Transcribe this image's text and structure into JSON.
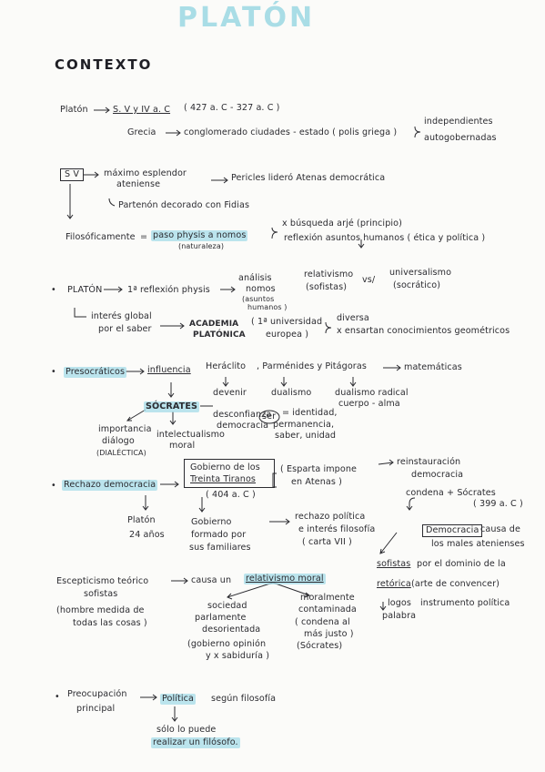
{
  "title": "PLATÓN",
  "heading": "CONTEXTO",
  "lines": {
    "l01": "Platón",
    "l02": "S. V y IV a. C",
    "l03": "( 427 a. C - 327 a. C )",
    "l04": "Grecia",
    "l05": "conglomerado ciudades - estado ( polis griega )",
    "l06": "independientes",
    "l07": "autogobernadas",
    "l08": "S V",
    "l09": "máximo esplendor",
    "l10": "ateniense",
    "l11": "Pericles lideró Atenas democrática",
    "l12": "Partenón decorado con Fidias",
    "l13": "Filosóficamente",
    "l14": "paso physis a nomos",
    "l15": "(naturaleza)",
    "l16": "x búsqueda arjé (principio)",
    "l17": "reflexión asuntos humanos ( ética y política )",
    "l18": "PLATÓN",
    "l19": "1ª reflexión physis",
    "l20": "análisis",
    "l21": "nomos",
    "l22": "(asuntos",
    "l23": "humanos )",
    "l24": "relativismo",
    "l25": "(sofistas)",
    "l26": "vs/",
    "l27": "universalismo",
    "l28": "(socrático)",
    "l29": "interés global",
    "l30": "por el saber",
    "l31": "ACADEMIA",
    "l32": "PLATÓNICA",
    "l33": "( 1ª universidad",
    "l34": "europea )",
    "l35": "diversa",
    "l36": "x ensartan conocimientos geométricos",
    "l37": "Presocráticos",
    "l38": "influencia",
    "l39": "Heráclito",
    "l40": ", Parménides y Pitágoras",
    "l41": "matemáticas",
    "l42": "devenir",
    "l43": "dualismo",
    "l44": "dualismo radical",
    "l45": "cuerpo - alma",
    "l46": "SÓCRATES",
    "l47": "desconfianza",
    "l48": "democracia",
    "l49": "ser",
    "l50": "= identidad,",
    "l51": "permanencia,",
    "l52": "saber, unidad",
    "l53": "importancia",
    "l54": "diálogo",
    "l55": "(DIALÉCTICA)",
    "l56": "intelectualismo",
    "l57": "moral",
    "l58": "Rechazo democracia",
    "l59": "Gobierno de los",
    "l60": "Treinta Tiranos",
    "l61": "( 404 a. C )",
    "l62": "( Esparta impone",
    "l63": "en Atenas )",
    "l64": "reinstauración",
    "l65": "democracia",
    "l66": "condena + Sócrates",
    "l67": "( 399 a. C )",
    "l68": "Platón",
    "l69": "24 años",
    "l70": "Gobierno",
    "l71": "formado por",
    "l72": "sus familiares",
    "l73": "rechazo política",
    "l74": "e interés filosofía",
    "l75": "( carta VII )",
    "l76": "Democracia",
    "l77": "causa de",
    "l78": "los males atenienses",
    "l79": "sofistas",
    "l80": "por el dominio de la",
    "l81": "retórica",
    "l82": "(arte de convencer)",
    "l83": "logos",
    "l84": "instrumento política",
    "l85": "palabra",
    "l86": "Escepticismo teórico",
    "l87": "sofistas",
    "l88": "(hombre medida de",
    "l89": "todas las cosas )",
    "l90": "causa un",
    "l91": "relativismo moral",
    "l92": "sociedad",
    "l93": "parlamente",
    "l94": "desorientada",
    "l95": "(gobierno opinión",
    "l96": "y x sabiduría )",
    "l97": "moralmente",
    "l98": "contaminada",
    "l99": "( condena al",
    "l100": "más justo )",
    "l101": "(Sócrates)",
    "l102": "Preocupación",
    "l103": "principal",
    "l104": "Política",
    "l105": "según filosofía",
    "l106": "sólo lo puede",
    "l107": "realizar un filósofo."
  }
}
